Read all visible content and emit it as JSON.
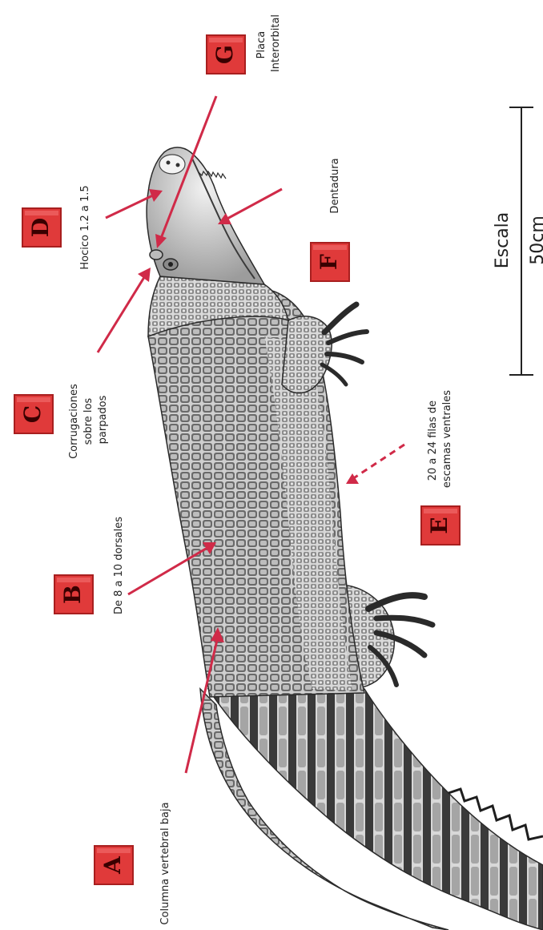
{
  "colors": {
    "arrow": "#d02a48",
    "box_fill": "#e03a3a",
    "box_shade": "#a81f1f",
    "letter": "#3a0000",
    "ink": "#222222",
    "skin_light": "#e6e6e6",
    "skin_mid": "#9a9a9a",
    "skin_dark": "#3c3c3c"
  },
  "labels": {
    "A": {
      "letter": "A",
      "text": [
        "Columna vertebral baja"
      ]
    },
    "B": {
      "letter": "B",
      "text": [
        "De 8 a 10 dorsales"
      ]
    },
    "C": {
      "letter": "C",
      "text": [
        "Corrugaciones",
        "sobre los",
        "parpados"
      ]
    },
    "D": {
      "letter": "D",
      "text": [
        "Hocico 1.2 a 1.5"
      ]
    },
    "E": {
      "letter": "E",
      "text": [
        "20 a 24 filas de",
        "escamas ventrales"
      ]
    },
    "F": {
      "letter": "F",
      "text": [
        "Dentadura"
      ]
    },
    "G": {
      "letter": "G",
      "text": [
        "Placa",
        "Interorbital"
      ]
    }
  },
  "scale": {
    "title": "Escala",
    "length": "50cm"
  },
  "icons": {
    "specimen": "crocodile-illustration"
  }
}
